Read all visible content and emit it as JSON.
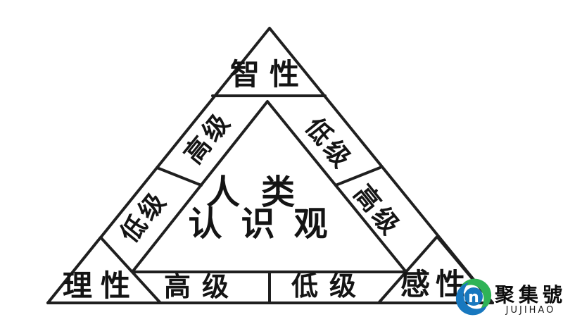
{
  "page": {
    "background_color": "#ffffff"
  },
  "diagram": {
    "name": "human-cognition-pyramid",
    "line_color": "#1f1f1f",
    "text_color": "#141414",
    "center_title": {
      "line1": "人类",
      "line2": "认识观"
    },
    "top_vertex": {
      "label": "智性"
    },
    "left_vertex": {
      "label": "理性"
    },
    "right_vertex": {
      "label": "感性"
    },
    "left_band": {
      "upper_label": "高级",
      "lower_label": "低级"
    },
    "right_band": {
      "upper_label": "低级",
      "lower_label": "高级"
    },
    "bottom_band": {
      "left_label": "高级",
      "right_label": "低级"
    }
  },
  "watermark": {
    "brand_name_cn": "聚集號",
    "brand_name_en": "JUJIHAO",
    "icon": "jujihao-swirl-logo",
    "icon_letter": "n",
    "colors": {
      "green": "#2fb356",
      "blue": "#1878bf",
      "letter": "#ffffff"
    }
  }
}
